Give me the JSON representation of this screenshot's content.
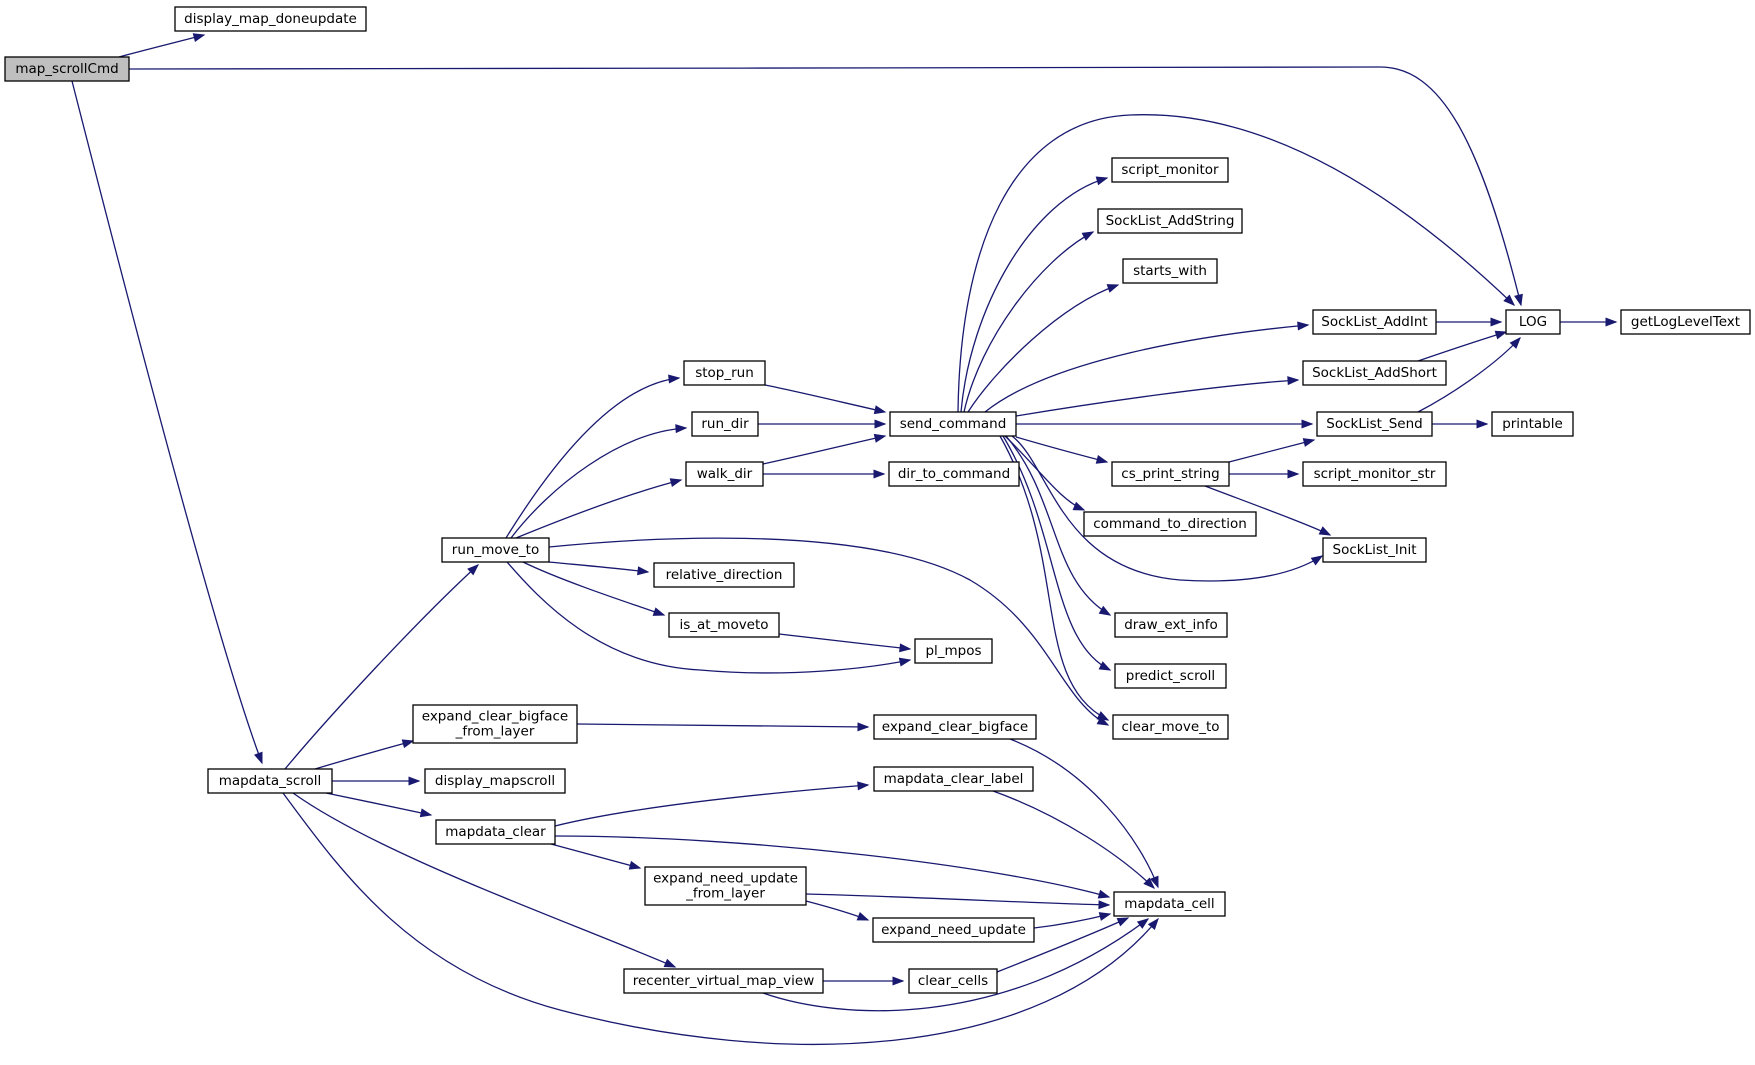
{
  "colors": {
    "edge": "#191970",
    "node_border": "#000000",
    "node_fill": "#ffffff",
    "root_fill": "#bfbfbf"
  },
  "nodes": [
    {
      "id": "map_scrollCmd",
      "lines": [
        "map_scrollCmd"
      ],
      "root": true
    },
    {
      "id": "display_map_doneupdate",
      "lines": [
        "display_map_doneupdate"
      ]
    },
    {
      "id": "LOG",
      "lines": [
        "LOG"
      ]
    },
    {
      "id": "getLogLevelText",
      "lines": [
        "getLogLevelText"
      ]
    },
    {
      "id": "mapdata_scroll",
      "lines": [
        "mapdata_scroll"
      ]
    },
    {
      "id": "run_move_to",
      "lines": [
        "run_move_to"
      ]
    },
    {
      "id": "stop_run",
      "lines": [
        "stop_run"
      ]
    },
    {
      "id": "run_dir",
      "lines": [
        "run_dir"
      ]
    },
    {
      "id": "walk_dir",
      "lines": [
        "walk_dir"
      ]
    },
    {
      "id": "send_command",
      "lines": [
        "send_command"
      ]
    },
    {
      "id": "dir_to_command",
      "lines": [
        "dir_to_command"
      ]
    },
    {
      "id": "relative_direction",
      "lines": [
        "relative_direction"
      ]
    },
    {
      "id": "is_at_moveto",
      "lines": [
        "is_at_moveto"
      ]
    },
    {
      "id": "pl_mpos",
      "lines": [
        "pl_mpos"
      ]
    },
    {
      "id": "script_monitor",
      "lines": [
        "script_monitor"
      ]
    },
    {
      "id": "SockList_AddString",
      "lines": [
        "SockList_AddString"
      ]
    },
    {
      "id": "starts_with",
      "lines": [
        "starts_with"
      ]
    },
    {
      "id": "SockList_AddInt",
      "lines": [
        "SockList_AddInt"
      ]
    },
    {
      "id": "SockList_AddShort",
      "lines": [
        "SockList_AddShort"
      ]
    },
    {
      "id": "SockList_Send",
      "lines": [
        "SockList_Send"
      ]
    },
    {
      "id": "printable",
      "lines": [
        "printable"
      ]
    },
    {
      "id": "cs_print_string",
      "lines": [
        "cs_print_string"
      ]
    },
    {
      "id": "script_monitor_str",
      "lines": [
        "script_monitor_str"
      ]
    },
    {
      "id": "command_to_direction",
      "lines": [
        "command_to_direction"
      ]
    },
    {
      "id": "SockList_Init",
      "lines": [
        "SockList_Init"
      ]
    },
    {
      "id": "draw_ext_info",
      "lines": [
        "draw_ext_info"
      ]
    },
    {
      "id": "predict_scroll",
      "lines": [
        "predict_scroll"
      ]
    },
    {
      "id": "clear_move_to",
      "lines": [
        "clear_move_to"
      ]
    },
    {
      "id": "expand_clear_bigface_from_layer",
      "lines": [
        "expand_clear_bigface",
        "_from_layer"
      ]
    },
    {
      "id": "expand_clear_bigface",
      "lines": [
        "expand_clear_bigface"
      ]
    },
    {
      "id": "display_mapscroll",
      "lines": [
        "display_mapscroll"
      ]
    },
    {
      "id": "mapdata_clear_label",
      "lines": [
        "mapdata_clear_label"
      ]
    },
    {
      "id": "mapdata_clear",
      "lines": [
        "mapdata_clear"
      ]
    },
    {
      "id": "expand_need_update_from_layer",
      "lines": [
        "expand_need_update",
        "_from_layer"
      ]
    },
    {
      "id": "mapdata_cell",
      "lines": [
        "mapdata_cell"
      ]
    },
    {
      "id": "expand_need_update",
      "lines": [
        "expand_need_update"
      ]
    },
    {
      "id": "recenter_virtual_map_view",
      "lines": [
        "recenter_virtual_map_view"
      ]
    },
    {
      "id": "clear_cells",
      "lines": [
        "clear_cells"
      ]
    }
  ],
  "edges": [
    [
      "map_scrollCmd",
      "display_map_doneupdate"
    ],
    [
      "map_scrollCmd",
      "LOG"
    ],
    [
      "map_scrollCmd",
      "mapdata_scroll"
    ],
    [
      "LOG",
      "getLogLevelText"
    ],
    [
      "mapdata_scroll",
      "run_move_to"
    ],
    [
      "mapdata_scroll",
      "expand_clear_bigface_from_layer"
    ],
    [
      "mapdata_scroll",
      "display_mapscroll"
    ],
    [
      "mapdata_scroll",
      "mapdata_clear"
    ],
    [
      "mapdata_scroll",
      "recenter_virtual_map_view"
    ],
    [
      "mapdata_scroll",
      "mapdata_cell"
    ],
    [
      "run_move_to",
      "stop_run"
    ],
    [
      "run_move_to",
      "run_dir"
    ],
    [
      "run_move_to",
      "walk_dir"
    ],
    [
      "run_move_to",
      "relative_direction"
    ],
    [
      "run_move_to",
      "is_at_moveto"
    ],
    [
      "run_move_to",
      "pl_mpos"
    ],
    [
      "run_move_to",
      "clear_move_to"
    ],
    [
      "stop_run",
      "send_command"
    ],
    [
      "run_dir",
      "send_command"
    ],
    [
      "walk_dir",
      "send_command"
    ],
    [
      "walk_dir",
      "dir_to_command"
    ],
    [
      "is_at_moveto",
      "pl_mpos"
    ],
    [
      "send_command",
      "LOG"
    ],
    [
      "send_command",
      "script_monitor"
    ],
    [
      "send_command",
      "SockList_AddString"
    ],
    [
      "send_command",
      "starts_with"
    ],
    [
      "send_command",
      "SockList_AddInt"
    ],
    [
      "send_command",
      "SockList_AddShort"
    ],
    [
      "send_command",
      "SockList_Send"
    ],
    [
      "send_command",
      "cs_print_string"
    ],
    [
      "send_command",
      "command_to_direction"
    ],
    [
      "send_command",
      "SockList_Init"
    ],
    [
      "send_command",
      "draw_ext_info"
    ],
    [
      "send_command",
      "predict_scroll"
    ],
    [
      "send_command",
      "clear_move_to"
    ],
    [
      "SockList_AddInt",
      "LOG"
    ],
    [
      "SockList_AddShort",
      "LOG"
    ],
    [
      "SockList_Send",
      "LOG"
    ],
    [
      "SockList_Send",
      "printable"
    ],
    [
      "cs_print_string",
      "SockList_Send"
    ],
    [
      "cs_print_string",
      "script_monitor_str"
    ],
    [
      "cs_print_string",
      "SockList_Init"
    ],
    [
      "expand_clear_bigface_from_layer",
      "expand_clear_bigface"
    ],
    [
      "expand_clear_bigface",
      "mapdata_cell"
    ],
    [
      "mapdata_clear_label",
      "mapdata_cell"
    ],
    [
      "mapdata_clear",
      "mapdata_clear_label"
    ],
    [
      "mapdata_clear",
      "mapdata_cell"
    ],
    [
      "mapdata_clear",
      "expand_need_update_from_layer"
    ],
    [
      "expand_need_update_from_layer",
      "mapdata_cell"
    ],
    [
      "expand_need_update_from_layer",
      "expand_need_update"
    ],
    [
      "expand_need_update",
      "mapdata_cell"
    ],
    [
      "recenter_virtual_map_view",
      "clear_cells"
    ],
    [
      "recenter_virtual_map_view",
      "mapdata_cell"
    ],
    [
      "clear_cells",
      "mapdata_cell"
    ]
  ]
}
